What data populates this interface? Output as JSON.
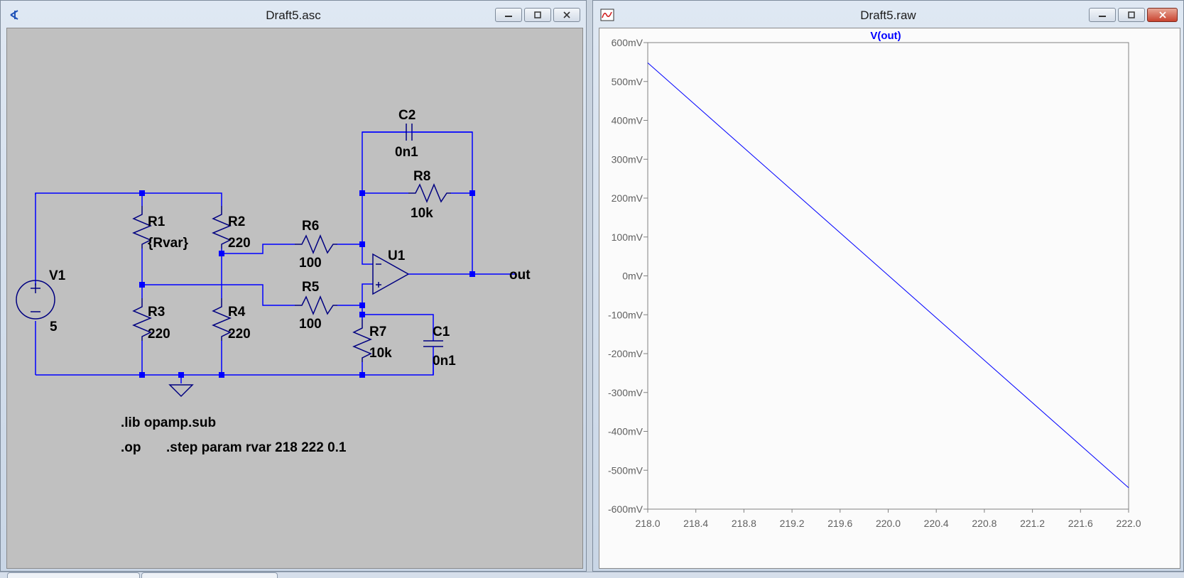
{
  "schematic_window": {
    "title": "Draft5.asc"
  },
  "plot_window": {
    "title": "Draft5.raw"
  },
  "schematic": {
    "components": [
      {
        "ref": "V1",
        "value": "5"
      },
      {
        "ref": "R1",
        "value": "{Rvar}"
      },
      {
        "ref": "R2",
        "value": "220"
      },
      {
        "ref": "R3",
        "value": "220"
      },
      {
        "ref": "R4",
        "value": "220"
      },
      {
        "ref": "R5",
        "value": "100"
      },
      {
        "ref": "R6",
        "value": "100"
      },
      {
        "ref": "R7",
        "value": "10k"
      },
      {
        "ref": "R8",
        "value": "10k"
      },
      {
        "ref": "C1",
        "value": "0n1"
      },
      {
        "ref": "C2",
        "value": "0n1"
      },
      {
        "ref": "U1",
        "value": ""
      }
    ],
    "net_label": "out",
    "directives": [
      ".lib opamp.sub",
      ".op",
      ".step param rvar 218 222 0.1"
    ]
  },
  "chart_data": {
    "type": "line",
    "title": "V(out)",
    "series": [
      {
        "name": "V(out)",
        "color": "#0000ff",
        "x": [
          218.0,
          222.0
        ],
        "y": [
          0.548,
          -0.545
        ]
      }
    ],
    "xlim": [
      218.0,
      222.0
    ],
    "ylim": [
      -0.6,
      0.6
    ],
    "x_ticks": [
      "218.0",
      "218.4",
      "218.8",
      "219.2",
      "219.6",
      "220.0",
      "220.4",
      "220.8",
      "221.2",
      "221.6",
      "222.0"
    ],
    "y_ticks": [
      "600mV",
      "500mV",
      "400mV",
      "300mV",
      "200mV",
      "100mV",
      "0mV",
      "-100mV",
      "-200mV",
      "-300mV",
      "-400mV",
      "-500mV",
      "-600mV"
    ],
    "grid": false
  },
  "colors": {
    "wire": "#0000ff",
    "plot_bg": "#fbfbfb",
    "schematic_bg": "#c0c0c0"
  },
  "icons": [
    "schematic-icon",
    "waveform-icon",
    "minimize-icon",
    "restore-icon",
    "close-icon"
  ]
}
